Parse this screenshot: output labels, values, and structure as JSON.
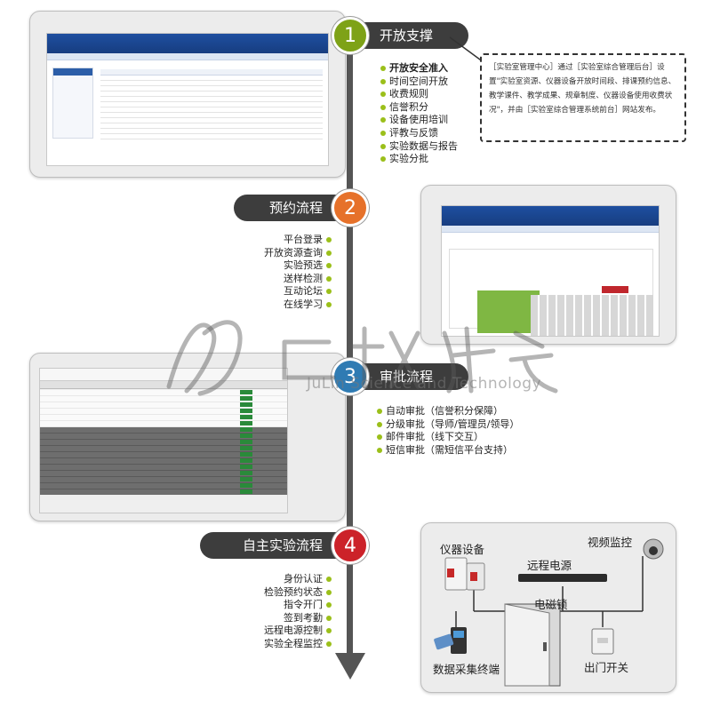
{
  "stages": [
    {
      "num": "1",
      "title": "开放支撑",
      "color": "#7ea217",
      "items": [
        "开放安全准入",
        "时间空间开放",
        "收费规则",
        "信誉积分",
        "设备使用培训",
        "评教与反馈",
        "实验数据与报告",
        "实验分批"
      ]
    },
    {
      "num": "2",
      "title": "预约流程",
      "color": "#e6712a",
      "items": [
        "平台登录",
        "开放资源查询",
        "实验预选",
        "送样检测",
        "互动论坛",
        "在线学习"
      ]
    },
    {
      "num": "3",
      "title": "审批流程",
      "color": "#2f7bb3",
      "items": [
        "自动审批（信誉积分保障）",
        "分级审批（导师/管理员/领导）",
        "邮件审批（线下交互）",
        "短信审批（需短信平台支持）"
      ]
    },
    {
      "num": "4",
      "title": "自主实验流程",
      "color": "#cc2229",
      "items": [
        "身份认证",
        "检验预约状态",
        "指令开门",
        "签到考勤",
        "远程电源控制",
        "实验全程监控"
      ]
    }
  ],
  "note": "［实验室管理中心］通过［实验室综合管理后台］设置\"实验室资源、仪器设备开放时间段、排课预约信息、教学课件、教学成果、规章制度、仪器设备使用收费状况\"，并由［实验室综合管理系统前台］网站发布。",
  "hardware": {
    "instrument": "仪器设备",
    "remote_power": "远程电源",
    "camera": "视频监控",
    "lock": "电磁锁",
    "terminal": "数据采集终端",
    "exit_switch": "出门开关"
  },
  "watermark": {
    "text": "JuLin Science and Technology"
  },
  "colors": {
    "spine": "#555555",
    "pill": "#3d3d3d",
    "dot": "#9bbf1a"
  }
}
